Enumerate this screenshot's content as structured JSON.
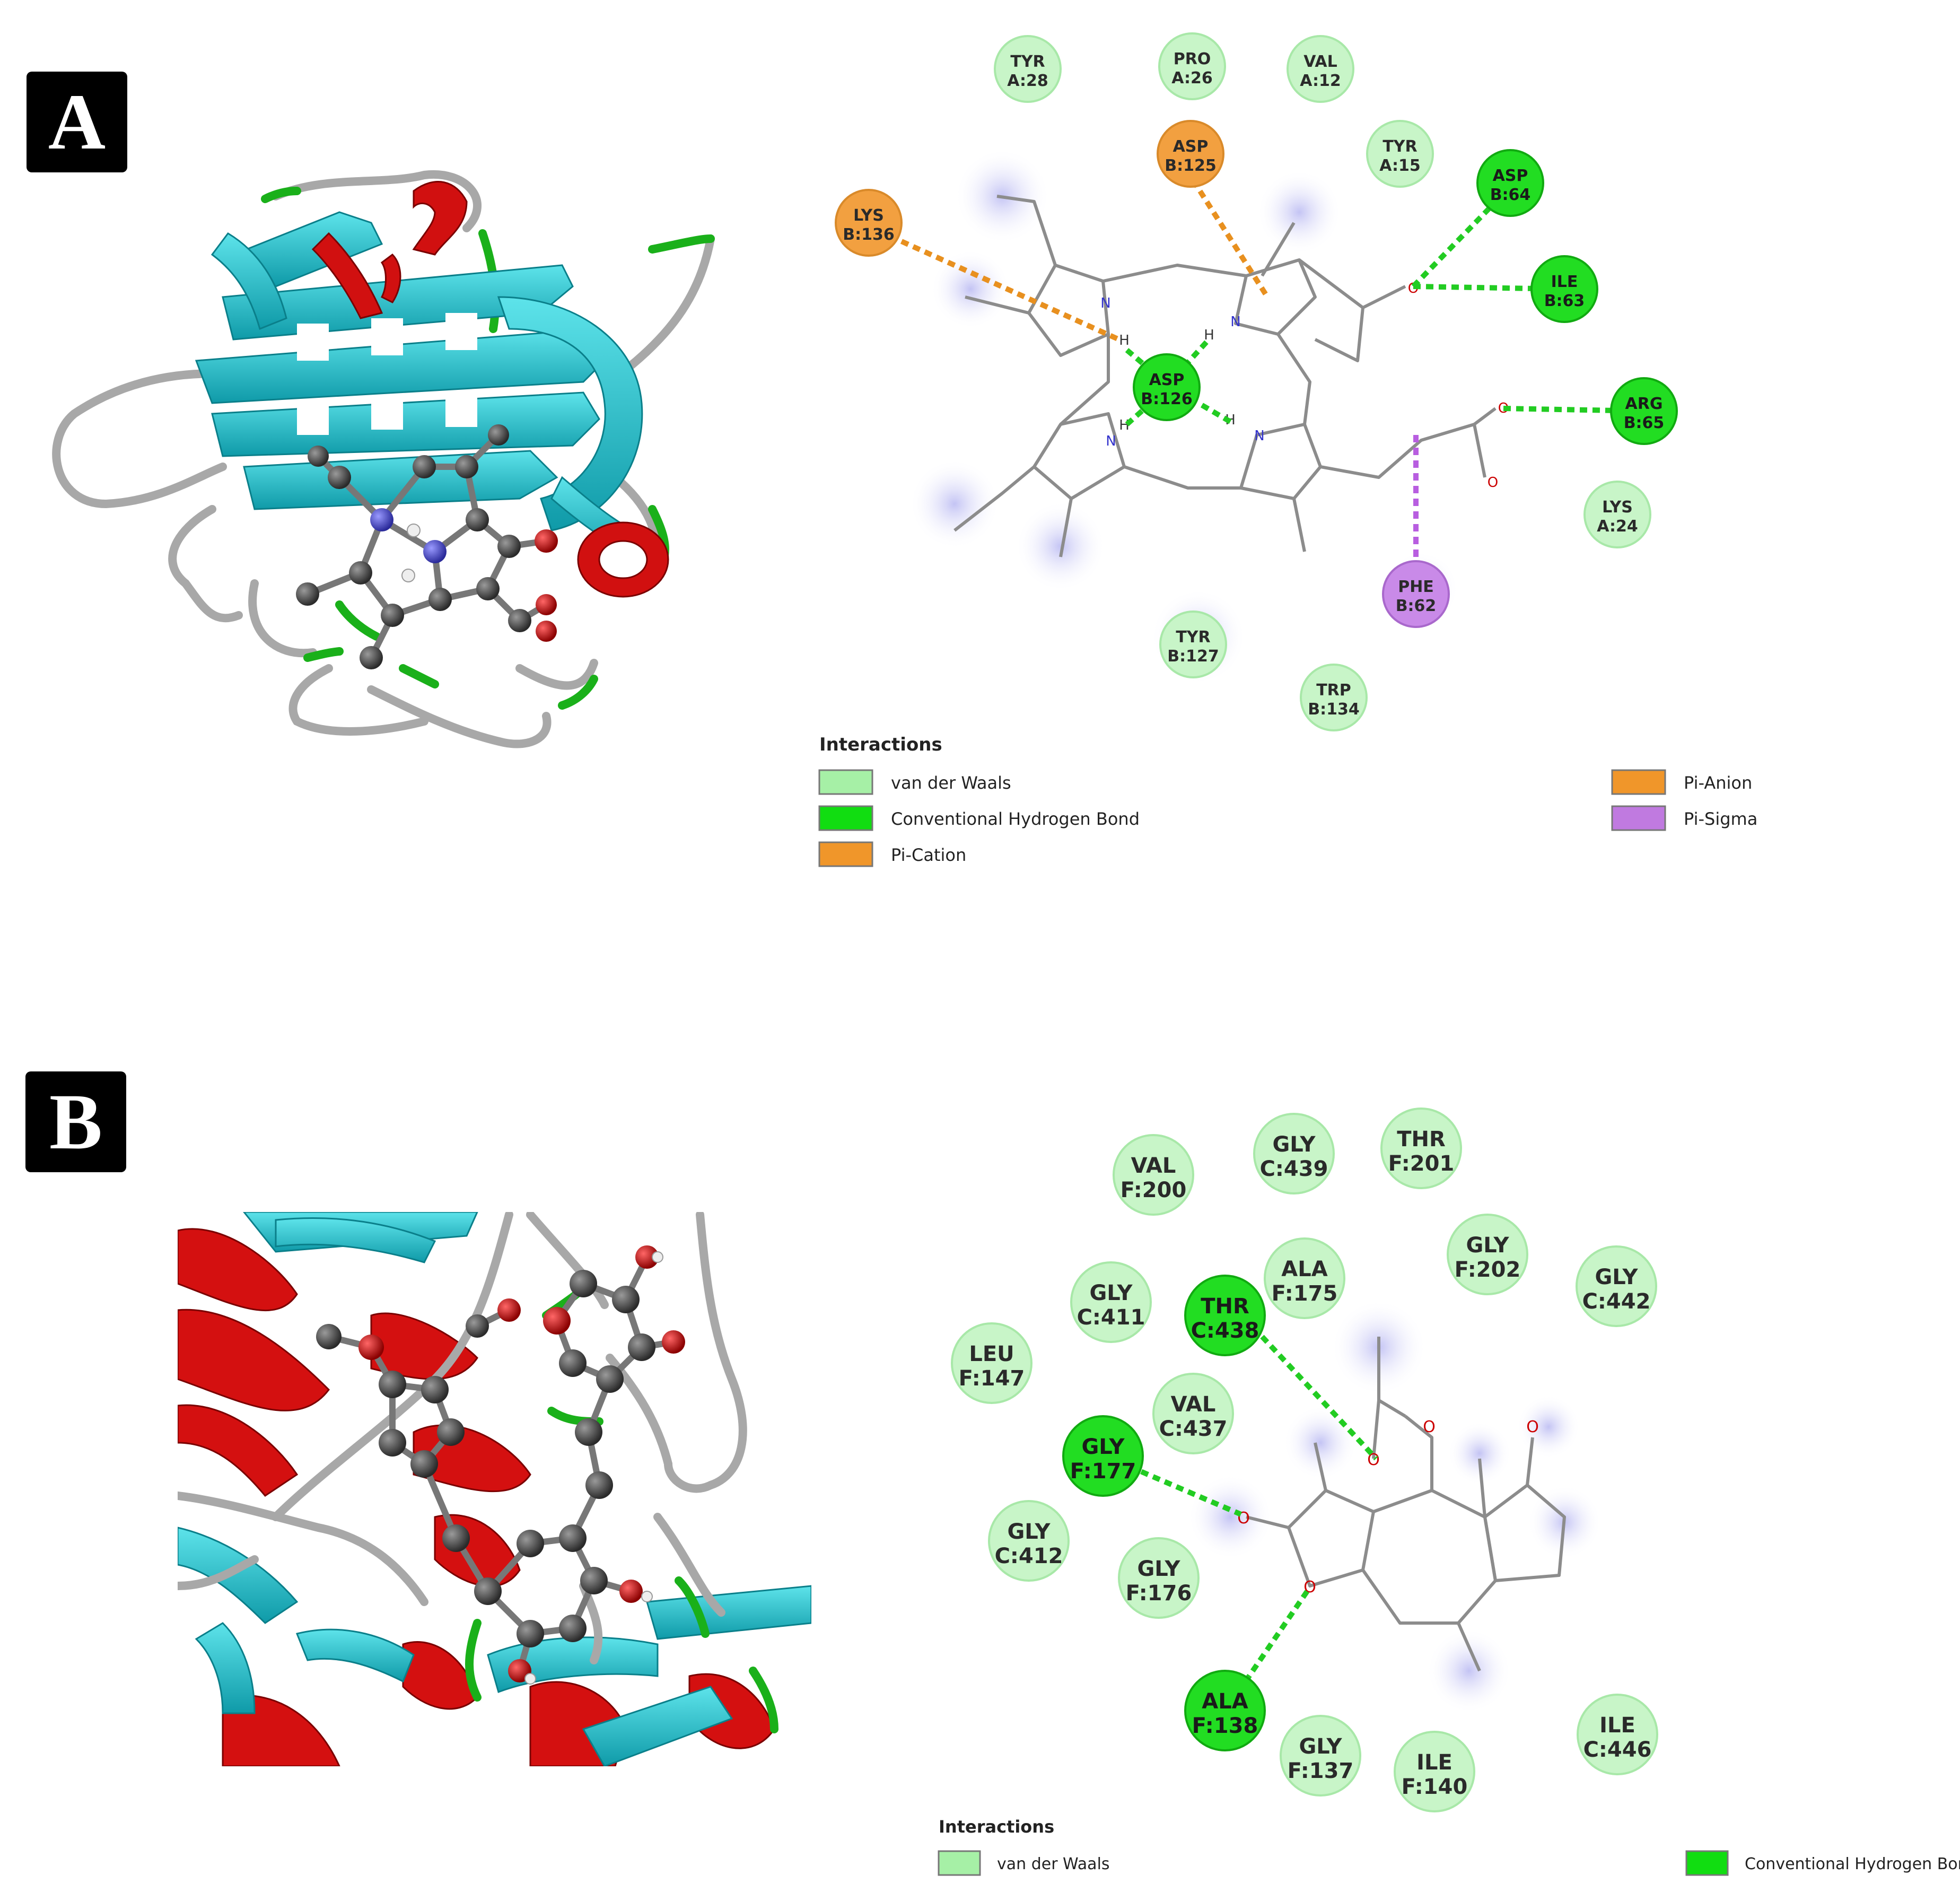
{
  "panels": [
    {
      "label": "A",
      "legend_title": "Interactions",
      "legend": [
        {
          "label": "van der Waals",
          "color": "#a6f0a6"
        },
        {
          "label": "Conventional Hydrogen Bond",
          "color": "#11dd11"
        },
        {
          "label": "Pi-Cation",
          "color": "#f0962a"
        },
        {
          "label": "Pi-Anion",
          "color": "#f0962a"
        },
        {
          "label": "Pi-Sigma",
          "color": "#c07ae0"
        }
      ],
      "residues": [
        {
          "name": "TYR",
          "chain": "A:28",
          "type": "vdw"
        },
        {
          "name": "PRO",
          "chain": "A:26",
          "type": "vdw"
        },
        {
          "name": "VAL",
          "chain": "A:12",
          "type": "vdw"
        },
        {
          "name": "ASP",
          "chain": "B:125",
          "type": "pi-anion"
        },
        {
          "name": "TYR",
          "chain": "A:15",
          "type": "vdw"
        },
        {
          "name": "ASP",
          "chain": "B:64",
          "type": "hbond"
        },
        {
          "name": "LYS",
          "chain": "B:136",
          "type": "pi-cation"
        },
        {
          "name": "ILE",
          "chain": "B:63",
          "type": "hbond"
        },
        {
          "name": "ASP",
          "chain": "B:126",
          "type": "hbond"
        },
        {
          "name": "ARG",
          "chain": "B:65",
          "type": "hbond"
        },
        {
          "name": "LYS",
          "chain": "A:24",
          "type": "vdw"
        },
        {
          "name": "PHE",
          "chain": "B:62",
          "type": "pi-sigma"
        },
        {
          "name": "TYR",
          "chain": "B:127",
          "type": "vdw"
        },
        {
          "name": "TRP",
          "chain": "B:134",
          "type": "vdw"
        }
      ]
    },
    {
      "label": "B",
      "legend_title": "Interactions",
      "legend": [
        {
          "label": "van der Waals",
          "color": "#a6f0a6"
        },
        {
          "label": "Conventional Hydrogen Bond",
          "color": "#11dd11"
        }
      ],
      "residues": [
        {
          "name": "VAL",
          "chain": "F:200",
          "type": "vdw"
        },
        {
          "name": "GLY",
          "chain": "C:439",
          "type": "vdw"
        },
        {
          "name": "THR",
          "chain": "F:201",
          "type": "vdw"
        },
        {
          "name": "GLY",
          "chain": "F:202",
          "type": "vdw"
        },
        {
          "name": "GLY",
          "chain": "C:442",
          "type": "vdw"
        },
        {
          "name": "ALA",
          "chain": "F:175",
          "type": "vdw"
        },
        {
          "name": "GLY",
          "chain": "C:411",
          "type": "vdw"
        },
        {
          "name": "THR",
          "chain": "C:438",
          "type": "hbond"
        },
        {
          "name": "LEU",
          "chain": "F:147",
          "type": "vdw"
        },
        {
          "name": "VAL",
          "chain": "C:437",
          "type": "vdw"
        },
        {
          "name": "GLY",
          "chain": "F:177",
          "type": "hbond"
        },
        {
          "name": "GLY",
          "chain": "C:412",
          "type": "vdw"
        },
        {
          "name": "GLY",
          "chain": "F:176",
          "type": "vdw"
        },
        {
          "name": "ALA",
          "chain": "F:138",
          "type": "hbond"
        },
        {
          "name": "GLY",
          "chain": "F:137",
          "type": "vdw"
        },
        {
          "name": "ILE",
          "chain": "F:140",
          "type": "vdw"
        },
        {
          "name": "ILE",
          "chain": "C:446",
          "type": "vdw"
        }
      ]
    }
  ]
}
